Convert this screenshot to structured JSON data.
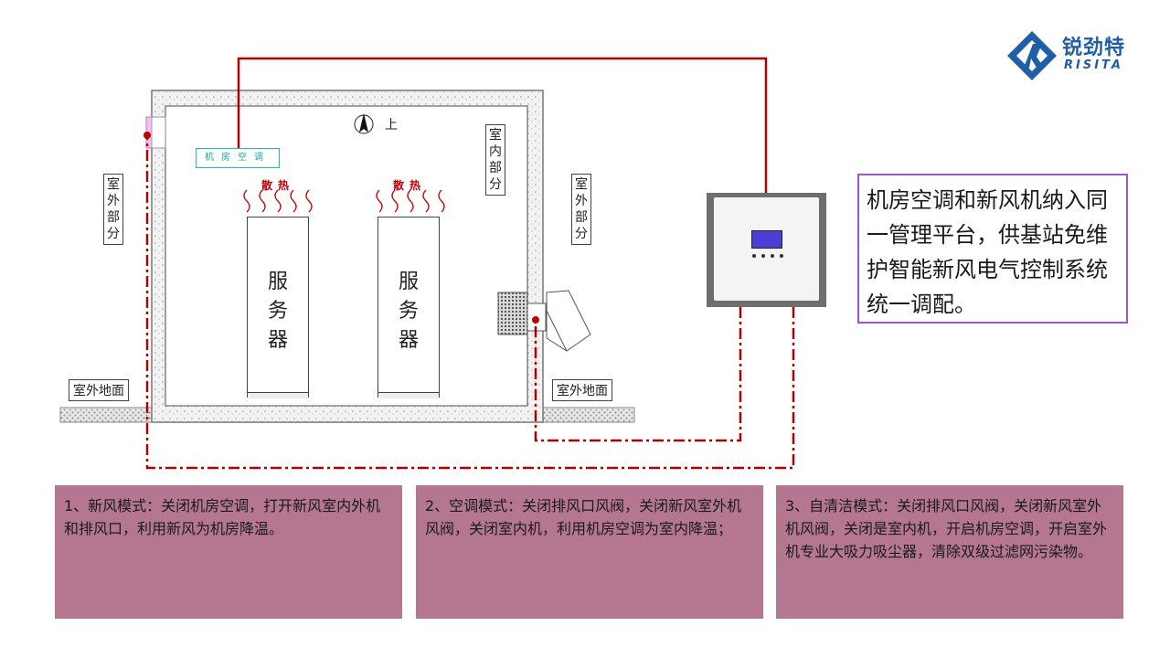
{
  "logo": {
    "name_cn": "锐劲特",
    "name_en": "RISITA"
  },
  "room": {
    "north_label": "上",
    "indoor_label": "室内部分",
    "outdoor_left_label": "室外部分",
    "outdoor_right_label": "室外部分",
    "ground_left": "室外地面",
    "ground_right": "室外地面",
    "ac_unit_label": "机房空调",
    "heat_left": "散热",
    "heat_right": "散热",
    "server_left": "服务器",
    "server_right": "服务器"
  },
  "callout": {
    "text": "机房空调和新风机纳入同一管理平台，供基站免维护智能新风电气控制系统统一调配。"
  },
  "modes": [
    {
      "text": "1、新风模式：关闭机房空调，打开新风室内外机和排风口，利用新风为机房降温。"
    },
    {
      "text": "2、空调模式：关闭排风口风阀，关闭新风室外机风阀，关闭室内机，利用机房空调为室内降温；"
    },
    {
      "text": "3、自清洁模式：关闭排风口风阀，关闭新风室外机风阀，关闭是室内机，开启机房空调，开启室外机专业大吸力吸尘器，清除双级过滤网污染物。"
    }
  ],
  "colors": {
    "line_red": "#b00000",
    "callout_border": "#9b59b6",
    "mode_bg": "#b5778f",
    "logo_blue": "#1f5fa8"
  }
}
